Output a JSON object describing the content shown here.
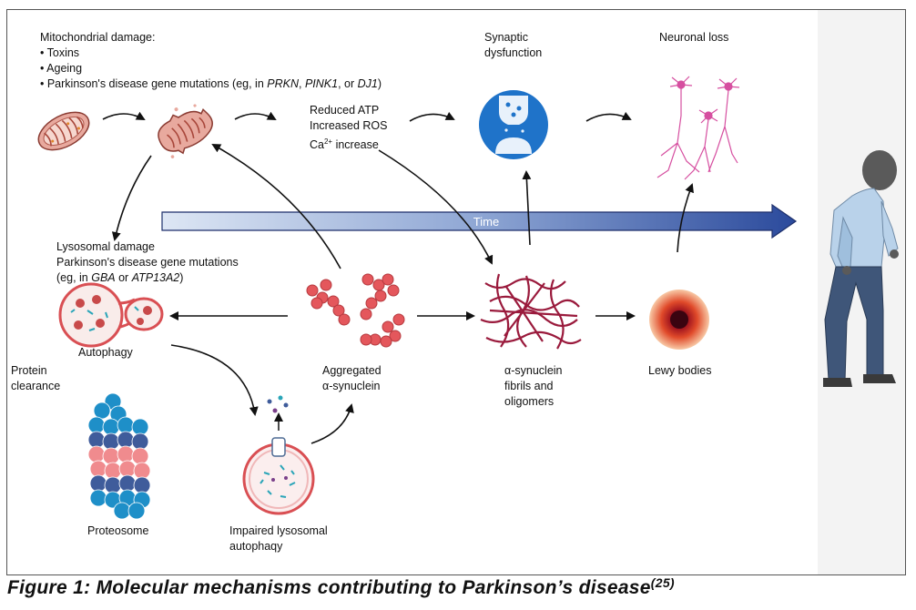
{
  "mito": {
    "title": "Mitochondrial damage:",
    "bullet1": "• Toxins",
    "bullet2": "• Ageing",
    "bullet3_prefix": "• Parkinson's disease gene mutations (eg, in ",
    "gene1": "PRKN",
    "sep1": ", ",
    "gene2": "PINK1",
    "sep2": ", or ",
    "gene3": "DJ1",
    "bullet3_suffix": ")"
  },
  "effects": {
    "line1": "Reduced ATP",
    "line2": "Increased ROS",
    "line3_prefix": "Ca",
    "line3_sup": "2+",
    "line3_suffix": " increase"
  },
  "synaptic": {
    "line1": "Synaptic",
    "line2": "dysfunction"
  },
  "neuronal": {
    "label": "Neuronal loss"
  },
  "time": {
    "label": "Time"
  },
  "lysosomal": {
    "line1": "Lysosomal damage",
    "line2": "Parkinson's disease gene mutations",
    "line3_prefix": "(eg, in ",
    "gene1": "GBA",
    "sep": " or ",
    "gene2": "ATP13A2",
    "line3_suffix": ")"
  },
  "autophagy": {
    "label": "Autophagy"
  },
  "protein_clearance": {
    "line1": "Protein",
    "line2": "clearance"
  },
  "aggregated": {
    "line1": "Aggregated",
    "line2": "α-synuclein"
  },
  "fibrils": {
    "line1": "α-synuclein",
    "line2": "fibrils and",
    "line3": "oligomers"
  },
  "lewy": {
    "label": "Lewy bodies"
  },
  "proteosome": {
    "label": "Proteosome"
  },
  "impaired": {
    "line1": "Impaired lysosomal",
    "line2": "autophaqy"
  },
  "caption": {
    "text": "Figure 1: Molecular mechanisms contributing to Parkinson’s disease",
    "ref": "(25)"
  },
  "colors": {
    "time_arrow_start": "#d9e3f3",
    "time_arrow_end": "#2b4a9c",
    "mito": "#e3a79c",
    "aggregate": "#e4575c",
    "synapse_bg": "#1f73c9",
    "fibril": "#9a1a3c",
    "lewy": "#c63a1c",
    "proteosome_blue": "#1e8fc8",
    "proteosome_pink": "#f08b8e",
    "proteosome_navy": "#3f5c9b",
    "neuron": "#d64fa0"
  }
}
